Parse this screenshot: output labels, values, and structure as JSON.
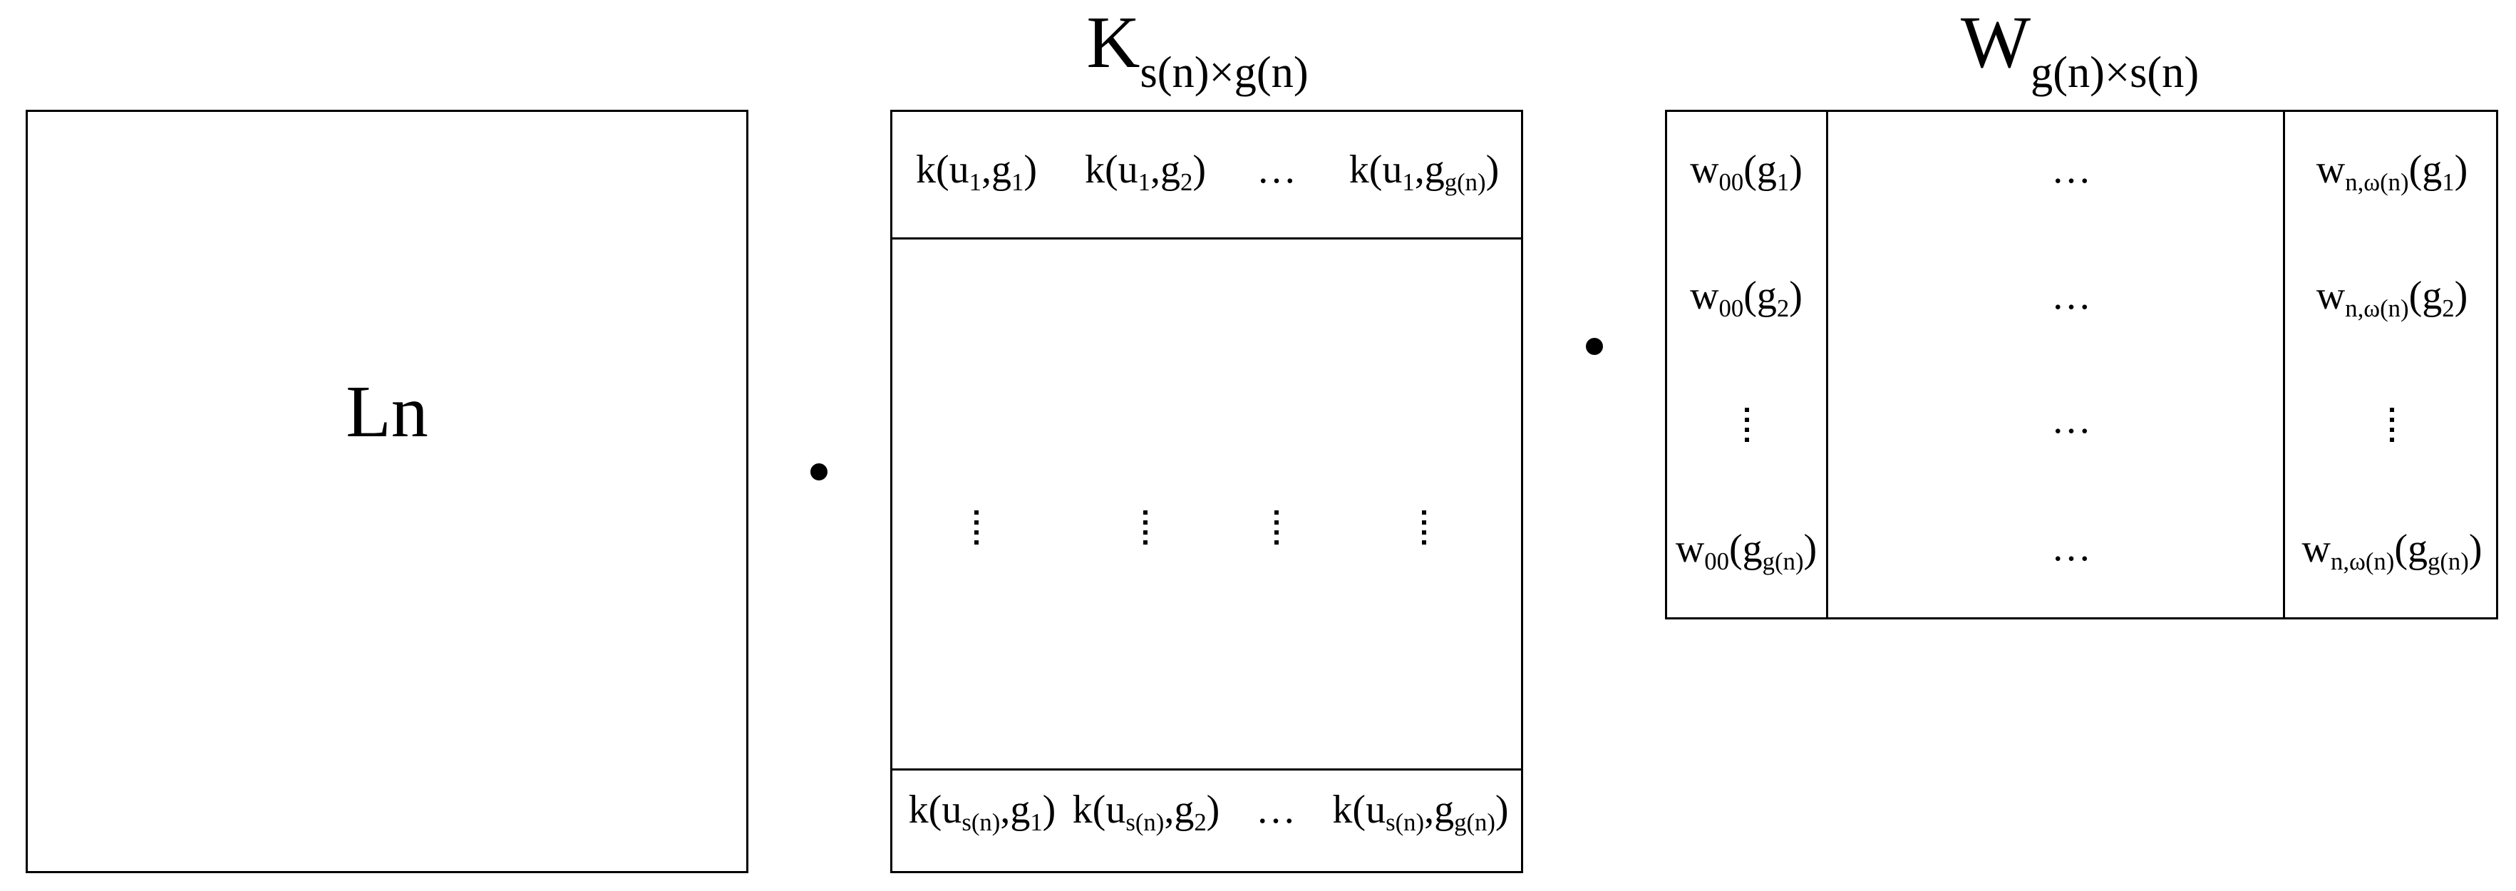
{
  "diagram": {
    "description": "Matrix product Ln · K · W",
    "operator_symbol": "•",
    "colors": {
      "stroke": "#000000",
      "background": "#ffffff",
      "text": "#000000"
    }
  },
  "ln_matrix": {
    "label": "Ln"
  },
  "k_matrix": {
    "title_base": "K",
    "title_sub": "s(n)×g(n)",
    "first_row": [
      {
        "base": "k(u",
        "sub1": "1",
        "mid": ",g",
        "sub2": "1",
        "end": ")"
      },
      {
        "base": "k(u",
        "sub1": "1",
        "mid": ",g",
        "sub2": "2",
        "end": ")"
      },
      {
        "ellipsis": "…"
      },
      {
        "base": "k(u",
        "sub1": "1",
        "mid": ",g",
        "sub2": "g(n)",
        "end": ")"
      }
    ],
    "middle_row": [
      "⋮",
      "⋮",
      "⋮",
      "⋮"
    ],
    "last_row": [
      {
        "base": "k(u",
        "sub1": "s(n)",
        "mid": ",g",
        "sub2": "1",
        "end": ")"
      },
      {
        "base": "k(u",
        "sub1": "s(n)",
        "mid": ",g",
        "sub2": "2",
        "end": ")"
      },
      {
        "ellipsis": "…"
      },
      {
        "base": "k(u",
        "sub1": "s(n)",
        "mid": ",g",
        "sub2": "g(n)",
        "end": ")"
      }
    ]
  },
  "w_matrix": {
    "title_base": "W",
    "title_sub": "g(n)×s(n)",
    "first_column": [
      {
        "base": "w",
        "sub1": "00",
        "mid": "(g",
        "sub2": "1",
        "end": ")"
      },
      {
        "base": "w",
        "sub1": "00",
        "mid": "(g",
        "sub2": "2",
        "end": ")"
      },
      {
        "vdots": "⋮"
      },
      {
        "base": "w",
        "sub1": "00",
        "mid": "(g",
        "sub2": "g(n)",
        "end": ")"
      }
    ],
    "middle_column": [
      "…",
      "…",
      "…",
      "…"
    ],
    "last_column": [
      {
        "base": "w",
        "sub1": "n,ω(n)",
        "mid": "(g",
        "sub2": "1",
        "end": ")"
      },
      {
        "base": "w",
        "sub1": "n,ω(n)",
        "mid": "(g",
        "sub2": "2",
        "end": ")"
      },
      {
        "vdots": "⋮"
      },
      {
        "base": "w",
        "sub1": "n,ω(n)",
        "mid": "(g",
        "sub2": "g(n)",
        "end": ")"
      }
    ]
  }
}
